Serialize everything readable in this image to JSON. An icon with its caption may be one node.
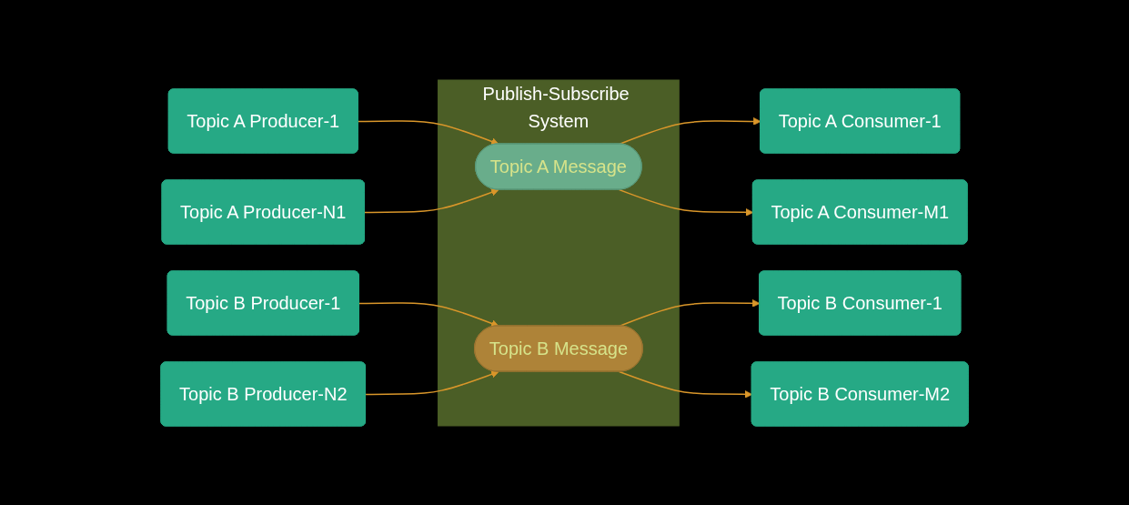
{
  "diagram": {
    "nodes": [
      {
        "text": [
          "Publish-Subscribe System"
        ]
      },
      {
        "text": [
          "Topic A Message"
        ],
        "in": 0
      },
      {
        "text": [
          "Topic B Message"
        ],
        "in": 0
      },
      {
        "text": [
          "Topic A Producer-1"
        ]
      },
      {
        "text": [
          "Topic A Producer-N1"
        ]
      },
      {
        "text": [
          "Topic B Producer-1"
        ]
      },
      {
        "text": [
          "Topic B Producer-N2"
        ]
      },
      {
        "text": [
          "Topic A Consumer-1"
        ]
      },
      {
        "text": [
          "Topic A Consumer-M1"
        ]
      },
      {
        "text": [
          "Topic B Consumer-1"
        ]
      },
      {
        "text": [
          "Topic B Consumer-M2"
        ]
      }
    ],
    "edges": [
      {
        "from": 3,
        "to": 1,
        "arrow": "to"
      },
      {
        "from": 4,
        "to": 1,
        "arrow": "to"
      },
      {
        "from": 5,
        "to": 2,
        "arrow": "to"
      },
      {
        "from": 6,
        "to": 2,
        "arrow": "to"
      },
      {
        "from": 1,
        "to": 7,
        "arrow": "to"
      },
      {
        "from": 1,
        "to": 8,
        "arrow": "to"
      },
      {
        "from": 2,
        "to": 9,
        "arrow": "to"
      },
      {
        "from": 2,
        "to": 10,
        "arrow": "to"
      }
    ]
  }
}
